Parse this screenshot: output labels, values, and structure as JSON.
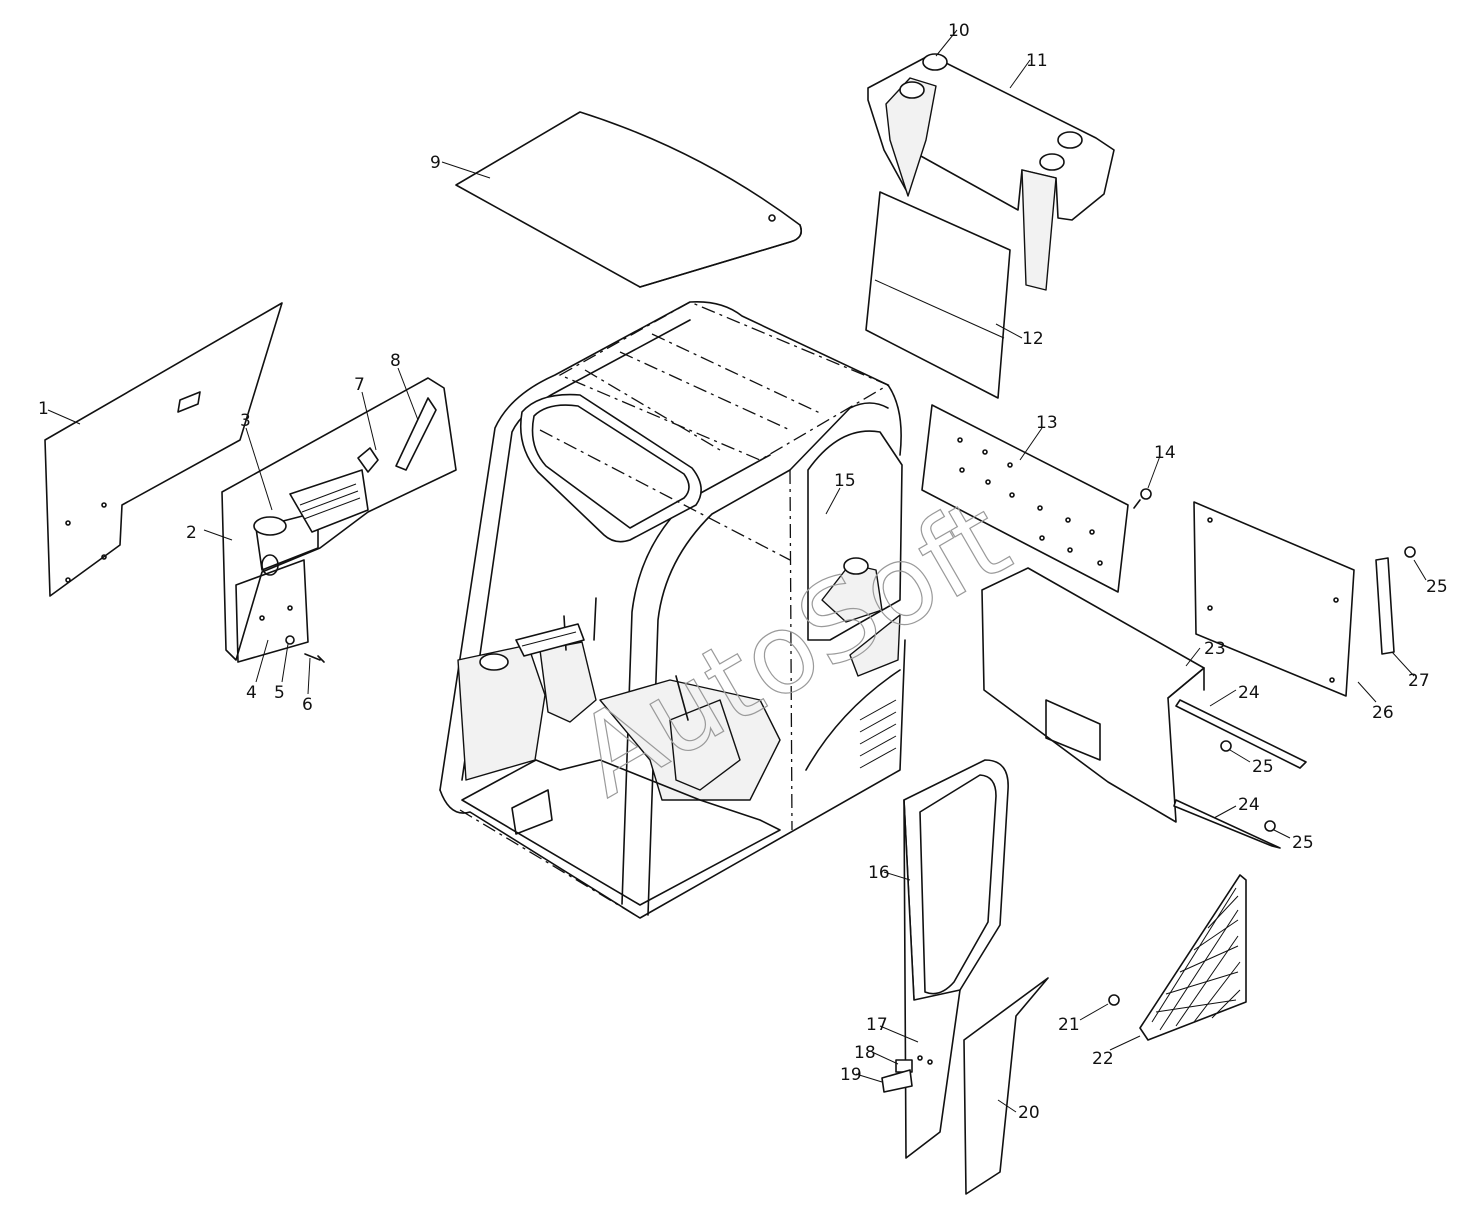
{
  "watermark": "AutoSoft",
  "callouts": [
    "1",
    "2",
    "3",
    "4",
    "5",
    "6",
    "7",
    "8",
    "9",
    "10",
    "11",
    "12",
    "13",
    "14",
    "15",
    "16",
    "17",
    "18",
    "19",
    "20",
    "21",
    "22",
    "23",
    "24",
    "24",
    "25",
    "25",
    "25",
    "26",
    "27"
  ]
}
